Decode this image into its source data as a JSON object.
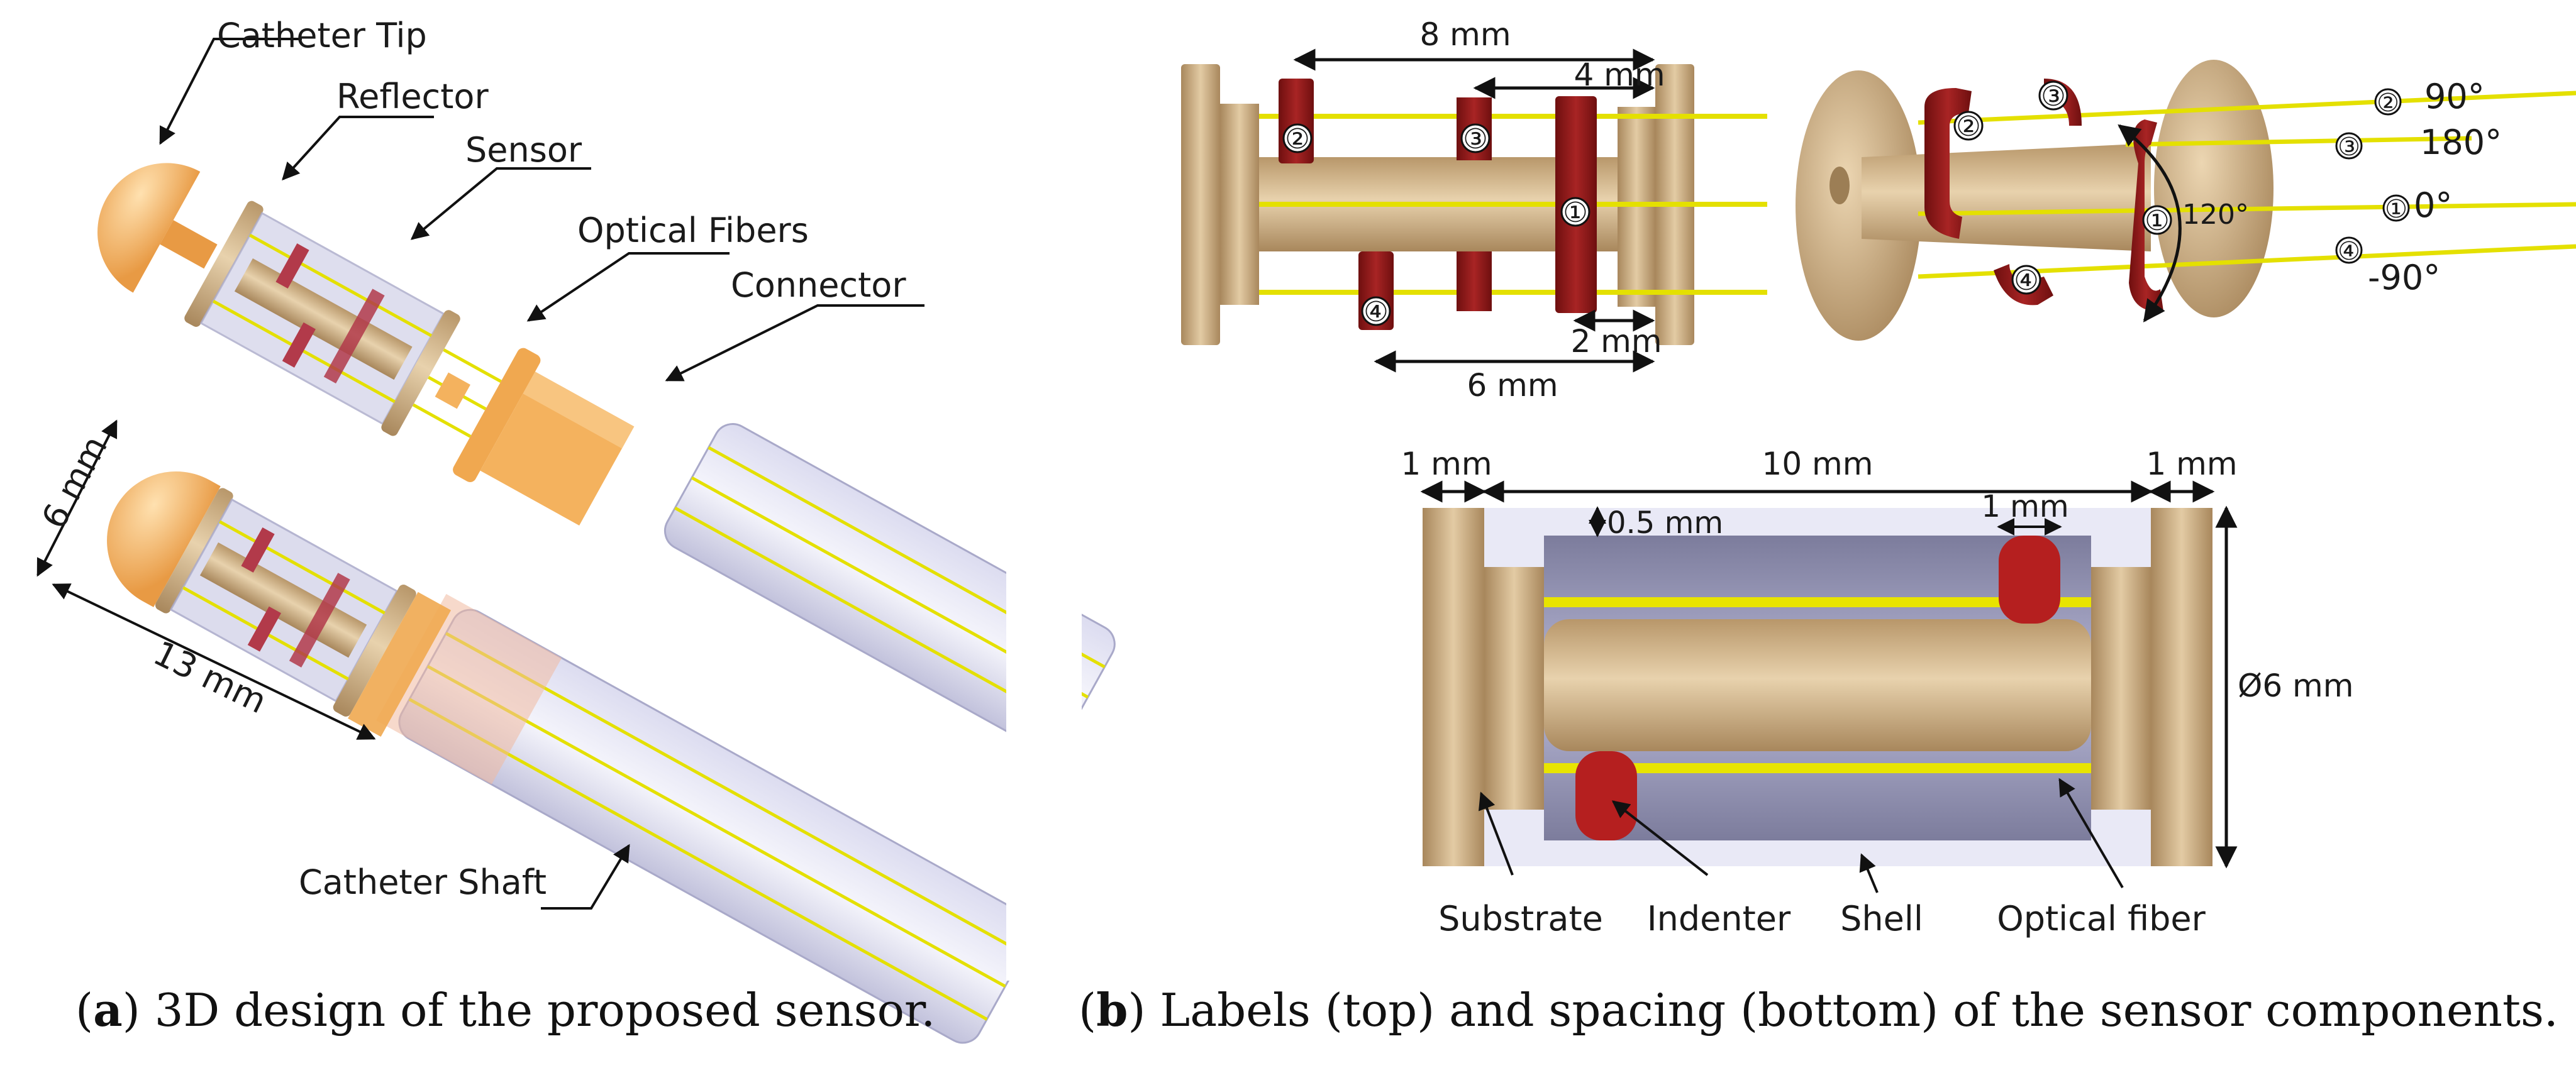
{
  "panel_a": {
    "labels": {
      "tip": "Catheter Tip",
      "reflector": "Reflector",
      "sensor": "Sensor",
      "fibers": "Optical Fibers",
      "connector": "Connector",
      "shaft": "Catheter Shaft"
    },
    "dims": {
      "diameter": "6 mm",
      "length": "13 mm"
    },
    "caption_letter": "a",
    "caption_text": ") 3D design of the proposed sensor."
  },
  "panel_b": {
    "top_left": {
      "dims": {
        "d8": "8 mm",
        "d4": "4 mm",
        "d2": "2 mm",
        "d6": "6 mm"
      },
      "markers": [
        "②",
        "③",
        "①",
        "④"
      ]
    },
    "top_right": {
      "markers": [
        "②",
        "③",
        "①",
        "④"
      ],
      "angle": "120°",
      "fiber_labels": [
        {
          "marker": "②",
          "angle": "90°"
        },
        {
          "marker": "③",
          "angle": "180°"
        },
        {
          "marker": "①",
          "angle": "0°"
        },
        {
          "marker": "④",
          "angle": "-90°"
        }
      ]
    },
    "bottom": {
      "dims": {
        "left": "1 mm",
        "mid": "10 mm",
        "right": "1 mm",
        "gap": "0.5 mm",
        "indenter": "1 mm",
        "diameter": "Ø6 mm"
      },
      "labels": {
        "substrate": "Substrate",
        "indenter": "Indenter",
        "shell": "Shell",
        "fiber": "Optical fiber"
      }
    },
    "caption_letter": "b",
    "caption_text": ") Labels (top) and spacing (bottom) of the sensor components."
  },
  "colors": {
    "tan": "#c7a77b",
    "tan_dark": "#9c7e55",
    "orange": "#f4b25e",
    "fiber": "#e7e300",
    "red": "#8c1717",
    "glass": "#c9c9e6",
    "shell": "#a7a7c4"
  }
}
